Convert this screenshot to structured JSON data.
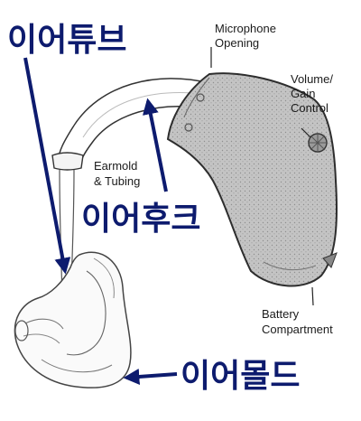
{
  "korean_labels": {
    "ear_tube": "이어튜브",
    "ear_hook": "이어후크",
    "ear_mold": "이어몰드"
  },
  "english_labels": {
    "microphone": [
      "Microphone",
      "Opening"
    ],
    "volume": [
      "Volume/",
      "Gain",
      "Control"
    ],
    "earmold_tubing": [
      "Earmold",
      "& Tubing"
    ],
    "battery": [
      "Battery",
      "Compartment"
    ]
  },
  "colors": {
    "korean_label": "#0d1b6e",
    "arrow": "#0d1b6e",
    "device_body": "#bdbdbd",
    "outline": "#333333"
  }
}
